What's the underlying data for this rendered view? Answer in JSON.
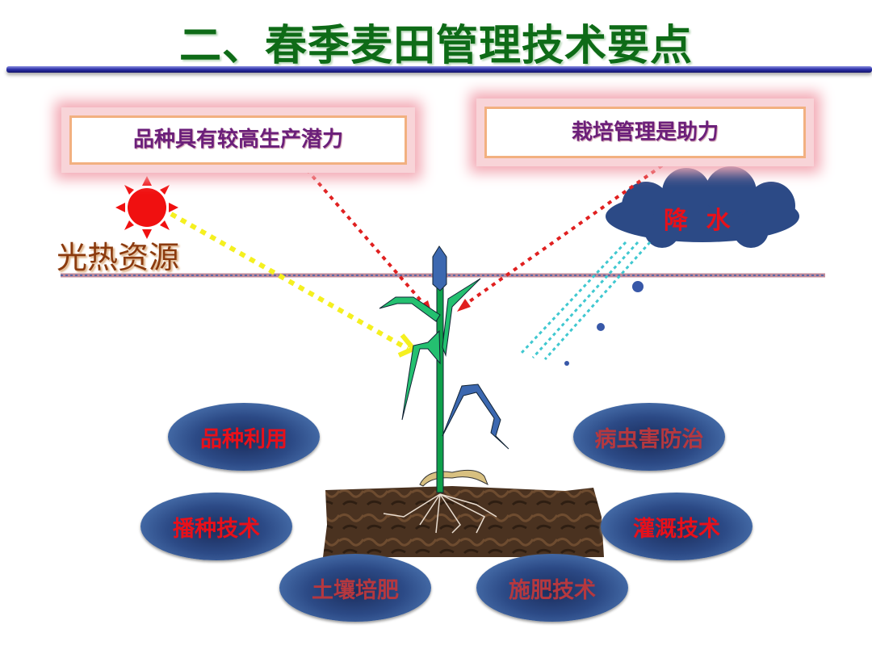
{
  "title": "二、春季麦田管理技术要点",
  "boxes": {
    "left": "品种具有较高生产潜力",
    "right": "栽培管理是助力"
  },
  "labels": {
    "light": "光热资源",
    "rain": "降 水"
  },
  "ovals": [
    "品种利用",
    "播种技术",
    "土壤培肥",
    "施肥技术",
    "病虫害防治",
    "灌溉技术"
  ],
  "colors": {
    "title": "#0e6b17",
    "oval_text": "#e8101a",
    "box_text": "#6b1f7a"
  }
}
